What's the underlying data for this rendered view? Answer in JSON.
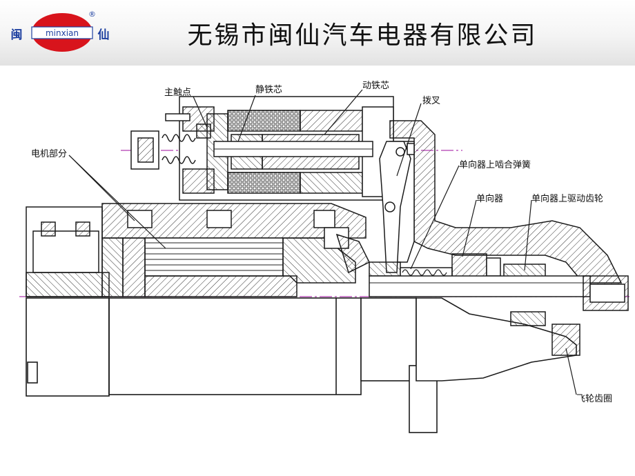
{
  "header": {
    "logo": {
      "left_char": "闽",
      "center_text": "minxian",
      "right_char": "仙",
      "registered_mark": "®",
      "colors": {
        "red": "#d8141c",
        "blue": "#1d3fa0"
      }
    },
    "title": "无锡市闽仙汽车电器有限公司"
  },
  "diagram": {
    "labels": {
      "main_contact": "主触点",
      "static_core": "静铁芯",
      "moving_core": "动铁芯",
      "shift_fork": "拨叉",
      "motor_part": "电机部分",
      "clutch_spring": "单向器上啮合弹簧",
      "one_way_clutch": "单向器",
      "drive_gear": "单向器上驱动齿轮",
      "flywheel_ring": "飞轮齿圈"
    },
    "colors": {
      "line": "#1a1a1a",
      "centerline": "#b03ab0",
      "hatch": "#333333"
    }
  }
}
